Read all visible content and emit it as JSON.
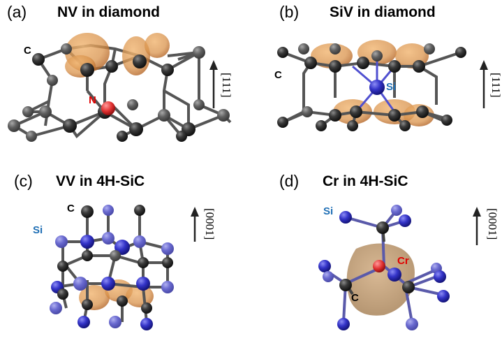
{
  "colors": {
    "carbon": "#2b2b2b",
    "silicon": "#3a3ac8",
    "nitrogen": "#e03030",
    "chromium": "#e04a2a",
    "orbital": "#d9924a",
    "label_si": "#1f6fb5",
    "label_red": "#e00000"
  },
  "panels": {
    "a": {
      "letter": "(a)",
      "title": "NV in diamond",
      "axis": "[111]",
      "atoms": {
        "c": "C",
        "n": "N"
      }
    },
    "b": {
      "letter": "(b)",
      "title": "SiV in diamond",
      "axis": "[111]",
      "atoms": {
        "c": "C",
        "si": "Si"
      }
    },
    "c": {
      "letter": "(c)",
      "title": "VV in 4H-SiC",
      "axis": "[0001]",
      "atoms": {
        "c": "C",
        "si": "Si"
      }
    },
    "d": {
      "letter": "(d)",
      "title": "Cr in 4H-SiC",
      "axis": "[0001]",
      "atoms": {
        "si": "Si",
        "cr": "Cr",
        "c": "C"
      }
    }
  }
}
